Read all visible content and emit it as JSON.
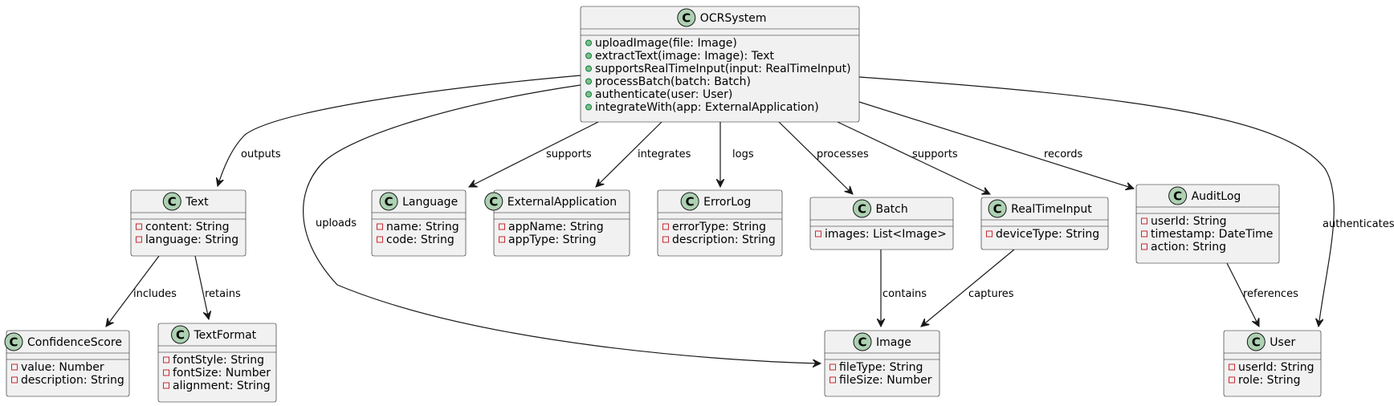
{
  "diagram": {
    "classes": [
      {
        "id": "ocrsystem",
        "name": "OCRSystem",
        "marker": "C",
        "members": [
          {
            "vis": "public",
            "text": "uploadImage(file: Image)"
          },
          {
            "vis": "public",
            "text": "extractText(image: Image): Text"
          },
          {
            "vis": "public",
            "text": "supportsRealTimeInput(input: RealTimeInput)"
          },
          {
            "vis": "public",
            "text": "processBatch(batch: Batch)"
          },
          {
            "vis": "public",
            "text": "authenticate(user: User)"
          },
          {
            "vis": "public",
            "text": "integrateWith(app: ExternalApplication)"
          }
        ]
      },
      {
        "id": "text",
        "name": "Text",
        "marker": "C",
        "members": [
          {
            "vis": "private",
            "text": "content: String"
          },
          {
            "vis": "private",
            "text": "language: String"
          }
        ]
      },
      {
        "id": "language",
        "name": "Language",
        "marker": "C",
        "members": [
          {
            "vis": "private",
            "text": "name: String"
          },
          {
            "vis": "private",
            "text": "code: String"
          }
        ]
      },
      {
        "id": "externalapplication",
        "name": "ExternalApplication",
        "marker": "C",
        "members": [
          {
            "vis": "private",
            "text": "appName: String"
          },
          {
            "vis": "private",
            "text": "appType: String"
          }
        ]
      },
      {
        "id": "errorlog",
        "name": "ErrorLog",
        "marker": "C",
        "members": [
          {
            "vis": "private",
            "text": "errorType: String"
          },
          {
            "vis": "private",
            "text": "description: String"
          }
        ]
      },
      {
        "id": "batch",
        "name": "Batch",
        "marker": "C",
        "members": [
          {
            "vis": "private",
            "text": "images: List<Image>"
          }
        ]
      },
      {
        "id": "realtimeinput",
        "name": "RealTimeInput",
        "marker": "C",
        "members": [
          {
            "vis": "private",
            "text": "deviceType: String"
          }
        ]
      },
      {
        "id": "auditlog",
        "name": "AuditLog",
        "marker": "C",
        "members": [
          {
            "vis": "private",
            "text": "userId: String"
          },
          {
            "vis": "private",
            "text": "timestamp: DateTime"
          },
          {
            "vis": "private",
            "text": "action: String"
          }
        ]
      },
      {
        "id": "confidencescore",
        "name": "ConfidenceScore",
        "marker": "C",
        "members": [
          {
            "vis": "private",
            "text": "value: Number"
          },
          {
            "vis": "private",
            "text": "description: String"
          }
        ]
      },
      {
        "id": "textformat",
        "name": "TextFormat",
        "marker": "C",
        "members": [
          {
            "vis": "private",
            "text": "fontStyle: String"
          },
          {
            "vis": "private",
            "text": "fontSize: Number"
          },
          {
            "vis": "private",
            "text": "alignment: String"
          }
        ]
      },
      {
        "id": "image",
        "name": "Image",
        "marker": "C",
        "members": [
          {
            "vis": "private",
            "text": "fileType: String"
          },
          {
            "vis": "private",
            "text": "fileSize: Number"
          }
        ]
      },
      {
        "id": "user",
        "name": "User",
        "marker": "C",
        "members": [
          {
            "vis": "private",
            "text": "userId: String"
          },
          {
            "vis": "private",
            "text": "role: String"
          }
        ]
      }
    ],
    "relations": [
      {
        "from": "ocrsystem",
        "to": "text",
        "label": "outputs"
      },
      {
        "from": "ocrsystem",
        "to": "image",
        "label": "uploads"
      },
      {
        "from": "ocrsystem",
        "to": "language",
        "label": "supports"
      },
      {
        "from": "ocrsystem",
        "to": "externalapplication",
        "label": "integrates"
      },
      {
        "from": "ocrsystem",
        "to": "errorlog",
        "label": "logs"
      },
      {
        "from": "ocrsystem",
        "to": "batch",
        "label": "processes"
      },
      {
        "from": "ocrsystem",
        "to": "realtimeinput",
        "label": "supports"
      },
      {
        "from": "ocrsystem",
        "to": "auditlog",
        "label": "records"
      },
      {
        "from": "ocrsystem",
        "to": "user",
        "label": "authenticates"
      },
      {
        "from": "text",
        "to": "confidencescore",
        "label": "includes"
      },
      {
        "from": "text",
        "to": "textformat",
        "label": "retains"
      },
      {
        "from": "batch",
        "to": "image",
        "label": "contains"
      },
      {
        "from": "realtimeinput",
        "to": "image",
        "label": "captures"
      },
      {
        "from": "auditlog",
        "to": "user",
        "label": "references"
      }
    ],
    "colors": {
      "class_fill": "#f1f1f1",
      "border": "#181818",
      "marker_fill": "#add1b2"
    },
    "visibility_icons": {
      "public": "filled-circle",
      "private": "hollow-square"
    }
  }
}
